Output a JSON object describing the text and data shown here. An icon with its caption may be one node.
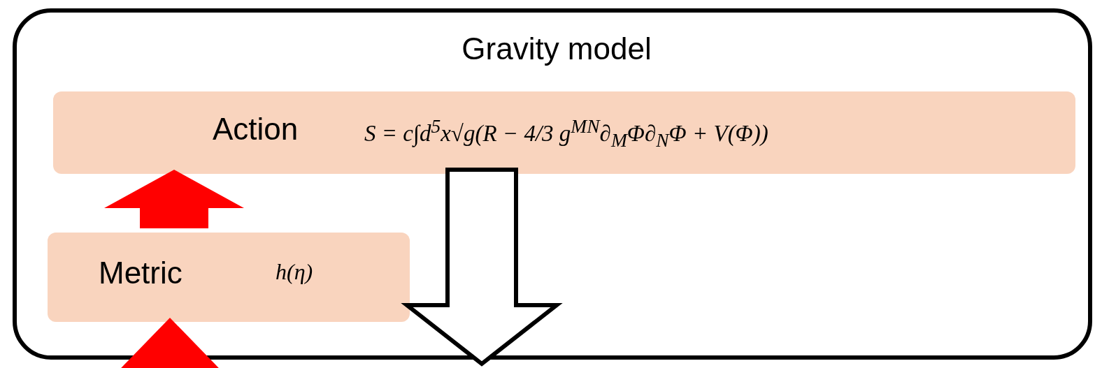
{
  "diagram": {
    "nodes": [
      {
        "text": [
          "Gravity model"
        ]
      },
      {
        "text": [
          "Action",
          "S = c∫d$^{5}$x√g(R − 4/3 g$^{MN}$∂$_{M}$Φ∂$_{N}$Φ + V(Φ))"
        ],
        "in": 0
      },
      {
        "text": [
          "Metric",
          "h(η)"
        ],
        "in": 0
      }
    ],
    "edges": [
      {
        "from": 2,
        "to": 1,
        "arrow": "to"
      },
      {
        "from": null,
        "to": 2,
        "arrow": "to"
      },
      {
        "from": 1,
        "to": null,
        "arrow": "to",
        "color": "#ffffff"
      }
    ]
  }
}
